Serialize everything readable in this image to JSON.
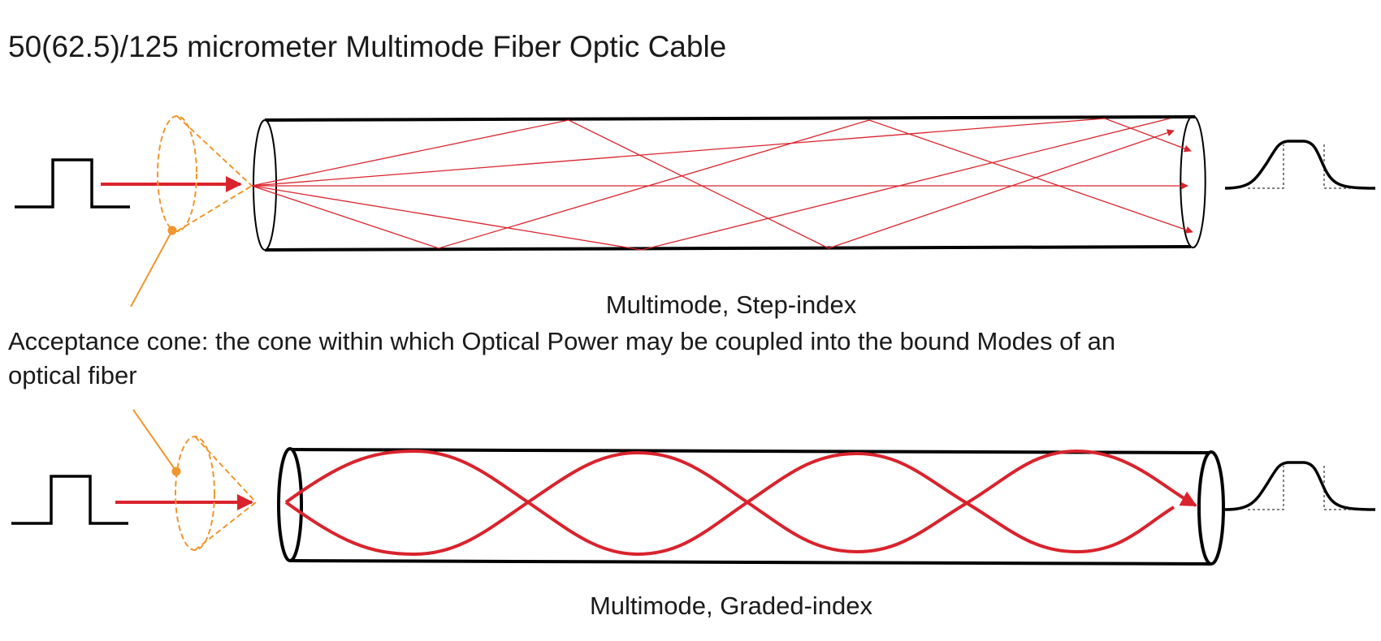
{
  "title": "50(62.5)/125 micrometer Multimode Fiber Optic Cable",
  "step_index": {
    "caption": "Multimode, Step-index"
  },
  "acceptance_cone": {
    "line1": "Acceptance cone: the cone within which Optical Power may be coupled into the bound Modes of an",
    "line2": "optical fiber"
  },
  "graded_index": {
    "caption": "Multimode, Graded-index"
  },
  "colors": {
    "ray": "#d9232d",
    "cone": "#f0962d",
    "cable": "#000000",
    "text": "#1a1a1a"
  }
}
